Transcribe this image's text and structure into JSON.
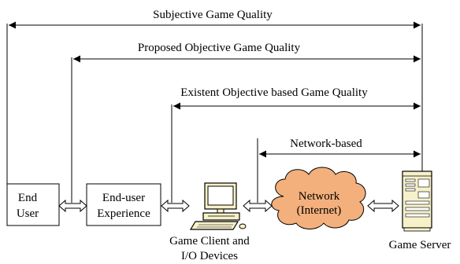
{
  "diagram": {
    "spans": {
      "subjective": "Subjective Game Quality",
      "proposed": "Proposed Objective Game Quality",
      "existent": "Existent Objective based Game Quality",
      "network": "Network-based"
    },
    "nodes": {
      "end_user": [
        "End",
        "User"
      ],
      "end_user_experience": [
        "End-user",
        "Experience"
      ],
      "game_client": [
        "Game Client and",
        "I/O Devices"
      ],
      "network": [
        "Network",
        "(Internet)"
      ],
      "game_server": "Game Server"
    },
    "colors": {
      "cloud_fill": "#f4b07c",
      "line": "#000000",
      "device_fill": "#f7f1c9"
    }
  }
}
